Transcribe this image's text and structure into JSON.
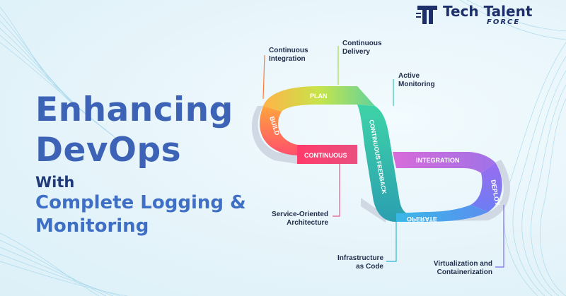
{
  "brand": {
    "name": "Tech Talent",
    "sub": "FORCE"
  },
  "headline": {
    "line1": "Enhancing",
    "line2": "DevOps",
    "connector": "With",
    "sub1": "Complete Logging &",
    "sub2": "Monitoring"
  },
  "loop_labels": {
    "plan": "PLAN",
    "build": "BUILD",
    "continuous": "CONTINUOUS",
    "feedback": "CONTINUOUS FEEDBACK",
    "integration": "INTEGRATION",
    "deploy": "DEPLOY",
    "operate": "OPERATE"
  },
  "callouts": {
    "ci": [
      "Continuous",
      "Integration"
    ],
    "cd": [
      "Continuous",
      "Delivery"
    ],
    "am": [
      "Active",
      "Monitoring"
    ],
    "soa": [
      "Service-Oriented",
      "Architecture"
    ],
    "iac": [
      "Infrastructure",
      "as Code"
    ],
    "vc": [
      "Virtualization and",
      "Containerization"
    ]
  },
  "colors": {
    "headline": "#3c63b5",
    "brand": "#1d2f6a",
    "loop_teal": "#3dbfb8",
    "loop_pink": "#ef5a8a",
    "loop_purple": "#8a5be8"
  }
}
